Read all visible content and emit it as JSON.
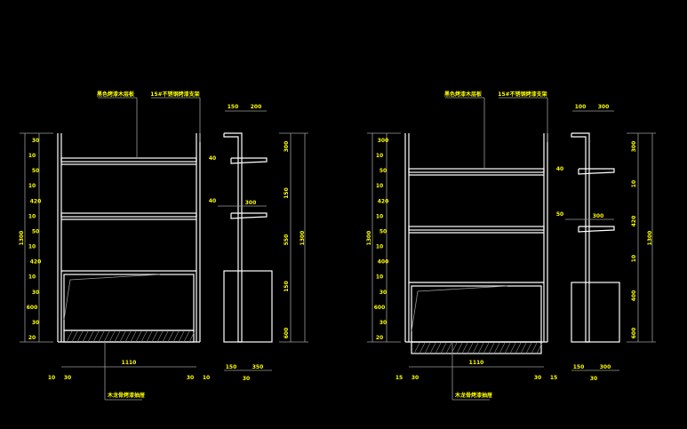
{
  "drawings": [
    {
      "callouts": {
        "shelf": "黑色烤漆木层板",
        "bracket": "15#不锈钢烤漆支架",
        "base": "木龙骨烤漆抽屉"
      },
      "front": {
        "width": "1110",
        "height": "1300",
        "left_dims": [
          "30",
          "10",
          "50",
          "10",
          "420",
          "10",
          "50",
          "10",
          "420",
          "10",
          "30",
          "600",
          "30",
          "20"
        ],
        "bottom_dims": [
          "10",
          "30",
          "30",
          "10"
        ]
      },
      "side": {
        "top_dims": [
          "150",
          "200"
        ],
        "shelf_dims": [
          "40",
          "40",
          "300"
        ],
        "right_dims": [
          "300",
          "150",
          "550",
          "150",
          "600"
        ],
        "height": "1300",
        "bottom_dims": [
          "150",
          "350",
          "30"
        ]
      }
    },
    {
      "callouts": {
        "shelf": "黑色烤漆木层板",
        "bracket": "15#不锈钢烤漆支架",
        "base": "木龙骨烤漆抽屉"
      },
      "front": {
        "width": "1110",
        "height": "1300",
        "left_dims": [
          "300",
          "10",
          "50",
          "10",
          "420",
          "10",
          "50",
          "10",
          "400",
          "10",
          "30",
          "600",
          "30",
          "20"
        ],
        "bottom_dims": [
          "15",
          "30",
          "30",
          "15"
        ]
      },
      "side": {
        "top_dims": [
          "100",
          "300"
        ],
        "shelf_dims": [
          "40",
          "50",
          "300"
        ],
        "right_dims": [
          "300",
          "10",
          "420",
          "10",
          "400",
          "600"
        ],
        "height": "1300",
        "bottom_dims": [
          "150",
          "300",
          "30"
        ]
      }
    }
  ]
}
